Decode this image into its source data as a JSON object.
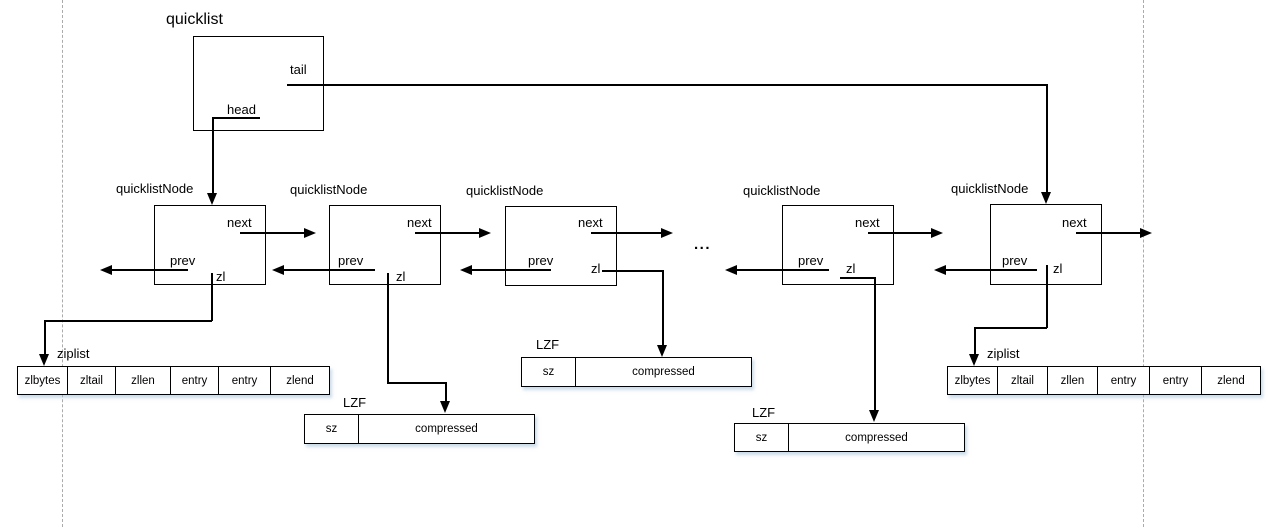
{
  "quicklist": {
    "title": "quicklist",
    "tail": "tail",
    "head": "head"
  },
  "nodes": [
    {
      "label": "quicklistNode",
      "next": "next",
      "prev": "prev",
      "zl": "zl"
    },
    {
      "label": "quicklistNode",
      "next": "next",
      "prev": "prev",
      "zl": "zl"
    },
    {
      "label": "quicklistNode",
      "next": "next",
      "prev": "prev",
      "zl": "zl"
    },
    {
      "label": "quicklistNode",
      "next": "next",
      "prev": "prev",
      "zl": "zl"
    },
    {
      "label": "quicklistNode",
      "next": "next",
      "prev": "prev",
      "zl": "zl"
    }
  ],
  "ellipsis": "...",
  "ziplists": [
    {
      "label": "ziplist",
      "cells": [
        "zlbytes",
        "zltail",
        "zllen",
        "entry",
        "entry",
        "zlend"
      ]
    },
    {
      "label": "ziplist",
      "cells": [
        "zlbytes",
        "zltail",
        "zllen",
        "entry",
        "entry",
        "zlend"
      ]
    }
  ],
  "lzf_blocks": [
    {
      "label": "LZF",
      "sz": "sz",
      "compressed": "compressed"
    },
    {
      "label": "LZF",
      "sz": "sz",
      "compressed": "compressed"
    },
    {
      "label": "LZF",
      "sz": "sz",
      "compressed": "compressed"
    }
  ],
  "colors": {
    "line": "#000000",
    "background": "#ffffff",
    "guide": "#ababab",
    "table_shadow": "rgba(150,185,215,0.5)"
  }
}
